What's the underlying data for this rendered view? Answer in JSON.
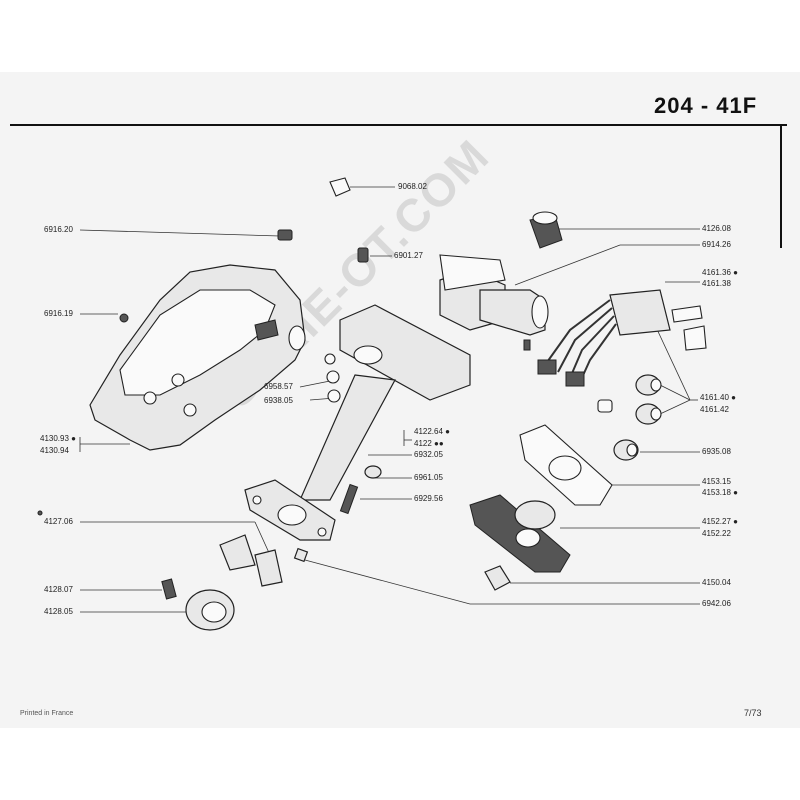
{
  "header": {
    "title": "204 - 41F"
  },
  "watermark": "SERIE-OT.COM",
  "footer": {
    "printed": "Printed in France",
    "page": "7/73"
  },
  "labels": {
    "p9068_02": "9068.02",
    "p6916_20": "6916.20",
    "p4126_08": "4126.08",
    "p6914_26": "6914.26",
    "p6901_27": "6901.27",
    "p4161_36": "4161.36 ●",
    "p4161_38": "4161.38",
    "p6916_19": "6916.19",
    "p6958_57": "6958.57",
    "p6938_05": "6938.05",
    "p4161_40": "4161.40 ●",
    "p4161_42": "4161.42",
    "p4122_64": "4122.64 ●",
    "p4122": "4122 ●●",
    "p4130_93": "4130.93 ●",
    "p4130_94": "4130.94",
    "p6932_05": "6932.05",
    "p6935_08": "6935.08",
    "p6961_05": "6961.05",
    "p4153_15": "4153.15",
    "p4153_18": "4153.18 ●",
    "p6929_56": "6929.56",
    "p4127_06": "4127.06",
    "p4152_27": "4152.27 ●",
    "p4152_22": "4152.22",
    "p4150_04": "4150.04",
    "p4128_07": "4128.07",
    "p4128_05": "4128.05",
    "p6942_06": "6942.06"
  }
}
